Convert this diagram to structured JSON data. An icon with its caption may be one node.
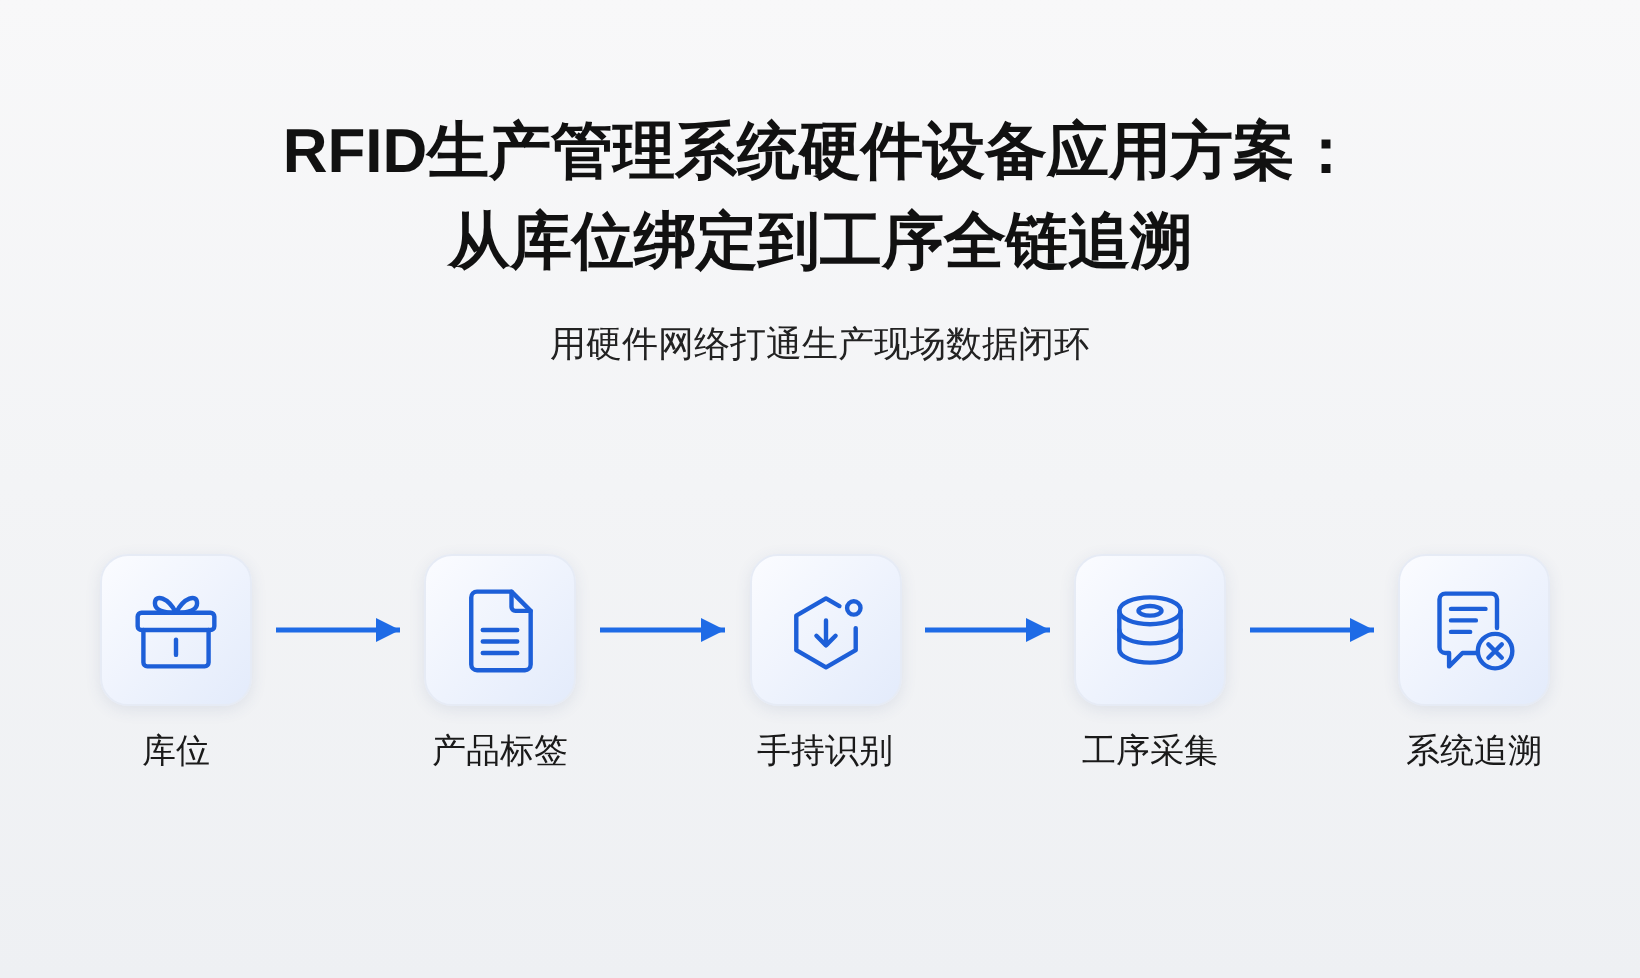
{
  "diagram": {
    "title": "RFID生产管理系统硬件设备应用方案：从库位绑定到工序全链追溯",
    "nodes": [
      {
        "text": [
          "库位"
        ]
      },
      {
        "text": [
          "产品标签"
        ]
      },
      {
        "text": [
          "手持识别"
        ]
      },
      {
        "text": [
          "工序采集"
        ]
      },
      {
        "text": [
          "系统追溯"
        ]
      }
    ],
    "edges": [
      {
        "from": 0,
        "to": 1,
        "arrow": "to"
      },
      {
        "from": 1,
        "to": 2,
        "arrow": "to"
      },
      {
        "from": 2,
        "to": 3,
        "arrow": "to"
      },
      {
        "from": 3,
        "to": 4,
        "arrow": "to"
      }
    ],
    "labels": [
      "用硬件网络打通生产现场数据闭环"
    ]
  }
}
